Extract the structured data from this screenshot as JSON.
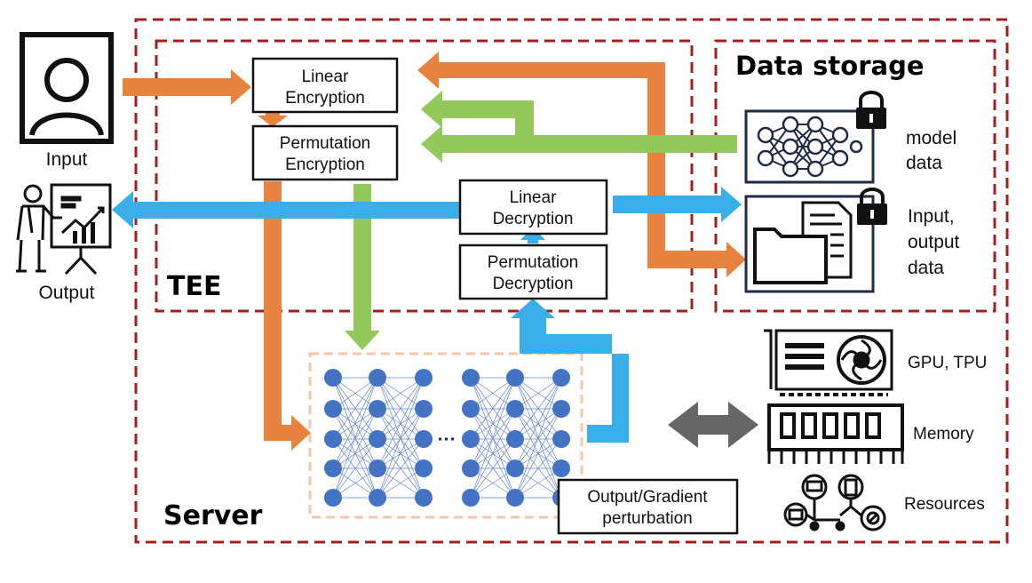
{
  "colors": {
    "orange": "#E8823F",
    "green": "#92C95A",
    "blue": "#3AAEE8",
    "grey_arrow": "#666666",
    "dashed_red": "#A3201E",
    "node_blue": "#4472C4",
    "peach_dashed": "#F4C6A8",
    "dark_navy": "#1F2A44"
  },
  "regions": {
    "server": "Server",
    "tee": "TEE",
    "data_storage": "Data storage"
  },
  "boxes": {
    "linear_encryption": [
      "Linear",
      "Encryption"
    ],
    "permutation_encryption": [
      "Permutation",
      "Encryption"
    ],
    "linear_decryption": [
      "Linear",
      "Decryption"
    ],
    "permutation_decryption": [
      "Permutation",
      "Decryption"
    ],
    "perturbation": [
      "Output/Gradient",
      "perturbation"
    ]
  },
  "actors": {
    "input": "Input",
    "output": "Output"
  },
  "storage": {
    "model_data": [
      "model",
      "data"
    ],
    "io_data": [
      "Input,",
      "output",
      "data"
    ]
  },
  "resources": {
    "gpu": "GPU, TPU",
    "memory": "Memory",
    "resources": "Resources"
  },
  "icons": {
    "input": "user-portrait-icon",
    "output": "presenter-chart-icon",
    "model": "neural-network-icon",
    "folder": "document-folder-icon",
    "lock": "padlock-icon",
    "gpu": "gpu-card-icon",
    "memory": "memory-module-icon",
    "resources": "devices-network-icon"
  }
}
